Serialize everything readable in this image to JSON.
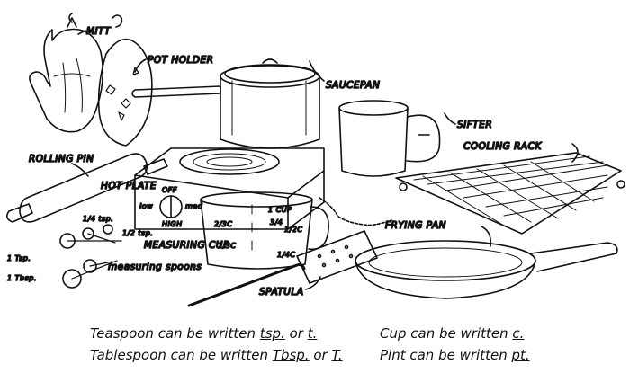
{
  "labels": {
    "mitt": "MITT",
    "pot_holder": "POT HOLDER",
    "saucepan": "SAUCEPAN",
    "sifter": "SIFTER",
    "cooling_rack": "COOLING RACK",
    "rolling_pin": "ROLLING PIN",
    "hot_plate": "HOT PLATE",
    "off": "OFF",
    "low": "low",
    "med": "med",
    "high": "HIGH",
    "one_cup": "1 CUP",
    "three_quarter": "3/4",
    "two_thirds": "2/3C",
    "half": "1/2C",
    "one_third": "1/3C",
    "one_quarter": "1/4C",
    "measuring_cup": "MEASURING CUP",
    "frying_pan": "FRYING PAN",
    "spatula": "SPATULA",
    "quarter_tsp": "1/4 tsp.",
    "half_tsp": "1/2 tsp.",
    "one_tsp": "1 Tsp.",
    "one_tbsp": "1 Tbsp.",
    "measuring_spoons": "measuring spoons"
  },
  "captions": {
    "teaspoon_text": "Teaspoon can be written",
    "teaspoon_abbr1": "tsp.",
    "teaspoon_or": "or",
    "teaspoon_abbr2": "t.",
    "tablespoon_text": "Tablespoon can be written",
    "tablespoon_abbr1": "Tbsp.",
    "tablespoon_or": "or",
    "tablespoon_abbr2": "T.",
    "cup_text": "Cup can be written",
    "cup_abbr": "c.",
    "pint_text": "Pint can be written",
    "pint_abbr": "pt."
  }
}
